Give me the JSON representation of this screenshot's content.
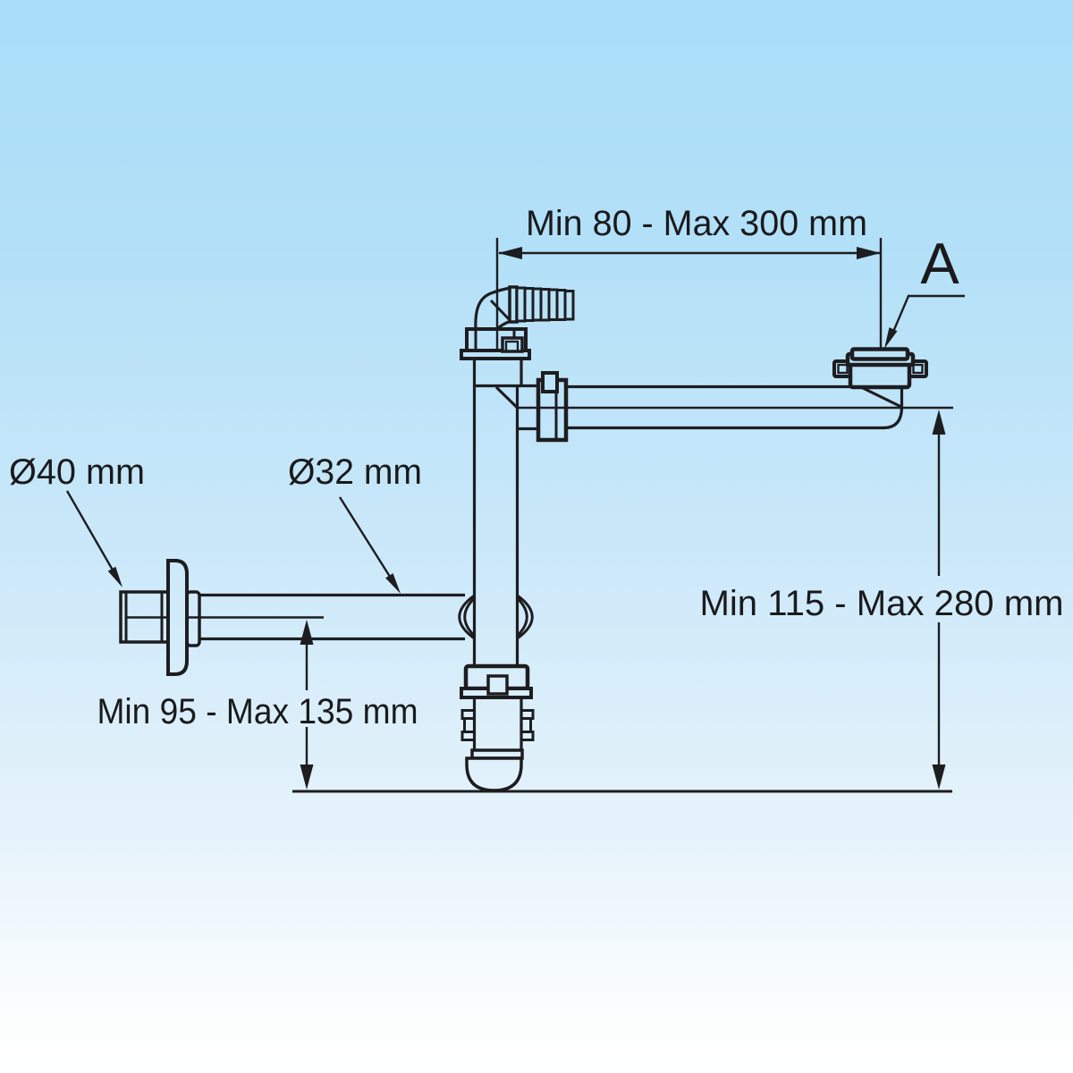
{
  "diagram": {
    "labels": {
      "dim_top": "Min 80 - Max 300 mm",
      "dim_right": "Min 115 - Max 280 mm",
      "dim_bottom_left": "Min 95 - Max 135 mm",
      "dia_inlet": "Ø40 mm",
      "dia_pipe": "Ø32 mm",
      "part_marker": "A"
    },
    "colors": {
      "line": "#1d1d20",
      "text": "#1a1a1c",
      "background_top": "#a9ddf8",
      "background_bottom": "#ffffff"
    }
  }
}
